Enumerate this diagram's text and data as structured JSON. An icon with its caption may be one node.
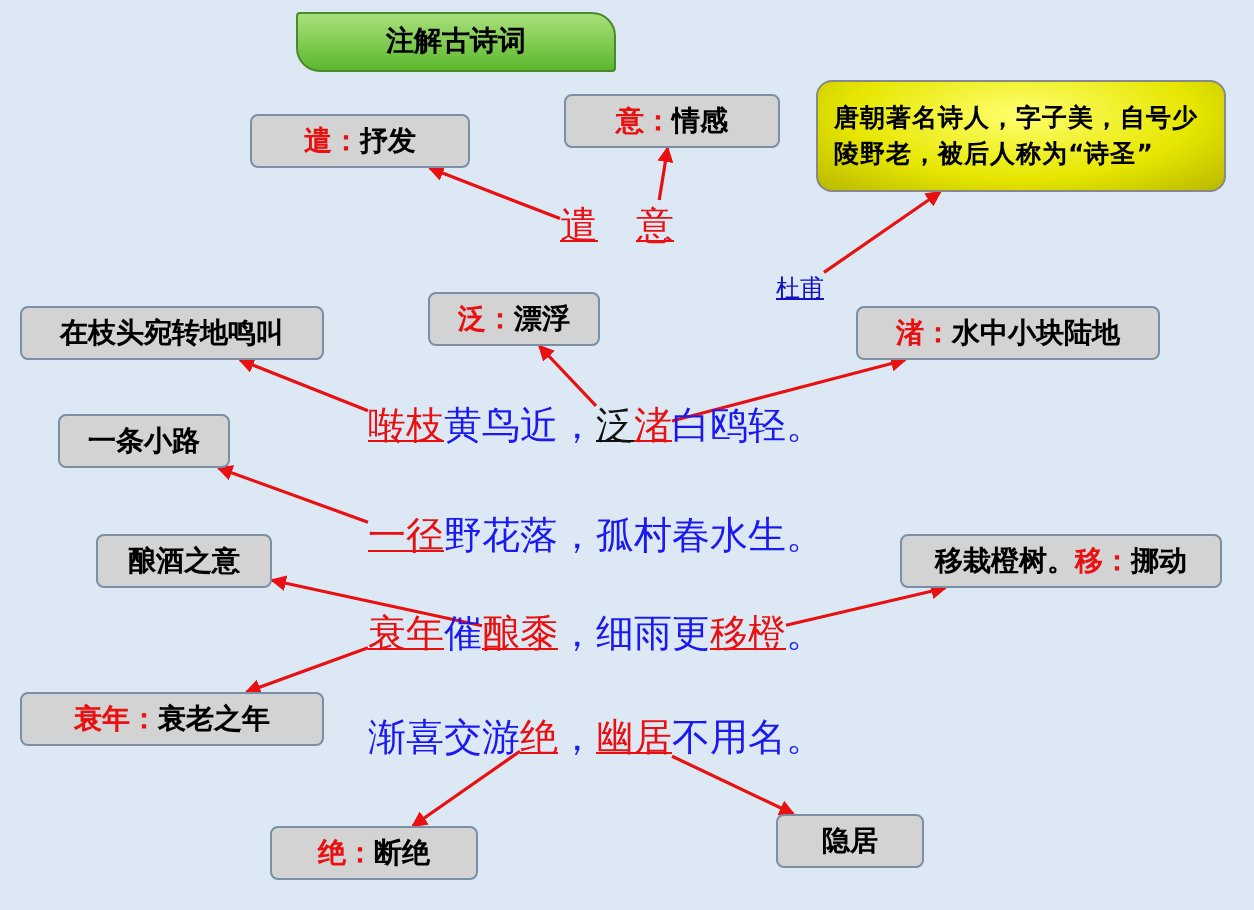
{
  "diagram": {
    "title": "注解古诗词",
    "nodes": [
      {
        "text": [
          "遣：",
          "抒发"
        ]
      },
      {
        "text": [
          "意：",
          "情感"
        ]
      },
      {
        "text": [
          "唐朝著名诗人，字子美，自号少陵野老，被后人称为“诗圣”"
        ]
      },
      {
        "text": [
          "遣"
        ]
      },
      {
        "text": [
          "意"
        ]
      },
      {
        "text": [
          "杜甫"
        ]
      },
      {
        "text": [
          "在枝头宛转地鸣叫"
        ]
      },
      {
        "text": [
          "泛：",
          "漂浮"
        ]
      },
      {
        "text": [
          "渚：",
          "水中小块陆地"
        ]
      },
      {
        "text": [
          "啭枝"
        ]
      },
      {
        "text": [
          "泛"
        ]
      },
      {
        "text": [
          "渚"
        ]
      },
      {
        "text": [
          "一条小路"
        ]
      },
      {
        "text": [
          "一径"
        ]
      },
      {
        "text": [
          "酿酒之意"
        ]
      },
      {
        "text": [
          "移栽橙树。",
          "移：",
          "挪动"
        ]
      },
      {
        "text": [
          "衰年"
        ]
      },
      {
        "text": [
          "酿黍"
        ]
      },
      {
        "text": [
          "移橙"
        ]
      },
      {
        "text": [
          "衰年：",
          "衰老之年"
        ]
      },
      {
        "text": [
          "绝"
        ]
      },
      {
        "text": [
          "幽居"
        ]
      },
      {
        "text": [
          "绝：",
          "断绝"
        ]
      },
      {
        "text": [
          "隐居"
        ]
      }
    ],
    "edges": [
      {
        "from": 3,
        "to": 0,
        "arrow": "to"
      },
      {
        "from": 4,
        "to": 1,
        "arrow": "to"
      },
      {
        "from": 5,
        "to": 2,
        "arrow": "to"
      },
      {
        "from": 9,
        "to": 6,
        "arrow": "to"
      },
      {
        "from": 10,
        "to": 7,
        "arrow": "to"
      },
      {
        "from": 11,
        "to": 8,
        "arrow": "to"
      },
      {
        "from": 13,
        "to": 12,
        "arrow": "to"
      },
      {
        "from": 17,
        "to": 14,
        "arrow": "to"
      },
      {
        "from": 18,
        "to": 15,
        "arrow": "to"
      },
      {
        "from": 16,
        "to": 19,
        "arrow": "to"
      },
      {
        "from": 20,
        "to": 22,
        "arrow": "to"
      },
      {
        "from": 21,
        "to": 23,
        "arrow": "to"
      }
    ],
    "labels": [
      "黄鸟近，",
      "白鸥轻。",
      "野花落，孤村春水生。",
      "催",
      "，细雨更",
      "。",
      "渐喜交游",
      "，",
      "不用名。"
    ]
  }
}
